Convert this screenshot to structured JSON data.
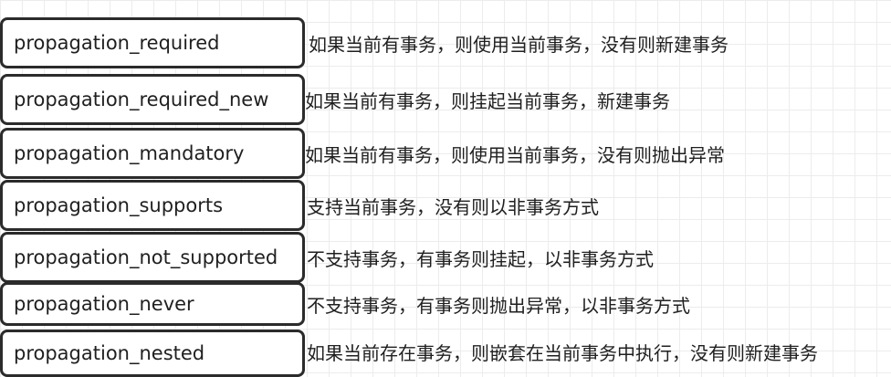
{
  "rows": [
    {
      "name": "propagation_required",
      "description": "如果当前有事务，则使用当前事务，没有则新建事务"
    },
    {
      "name": "propagation_required_new",
      "description": "如果当前有事务，则挂起当前事务，新建事务"
    },
    {
      "name": "propagation_mandatory",
      "description": "如果当前有事务，则使用当前事务，没有则抛出异常"
    },
    {
      "name": "propagation_supports",
      "description": "支持当前事务，没有则以非事务方式"
    },
    {
      "name": "propagation_not_supported",
      "description": "不支持事务，有事务则挂起，以非事务方式"
    },
    {
      "name": "propagation_never",
      "description": "不支持事务，有事务则抛出异常，以非事务方式"
    },
    {
      "name": "propagation_nested",
      "description": "如果当前存在事务，则嵌套在当前事务中执行，没有则新建事务"
    }
  ]
}
